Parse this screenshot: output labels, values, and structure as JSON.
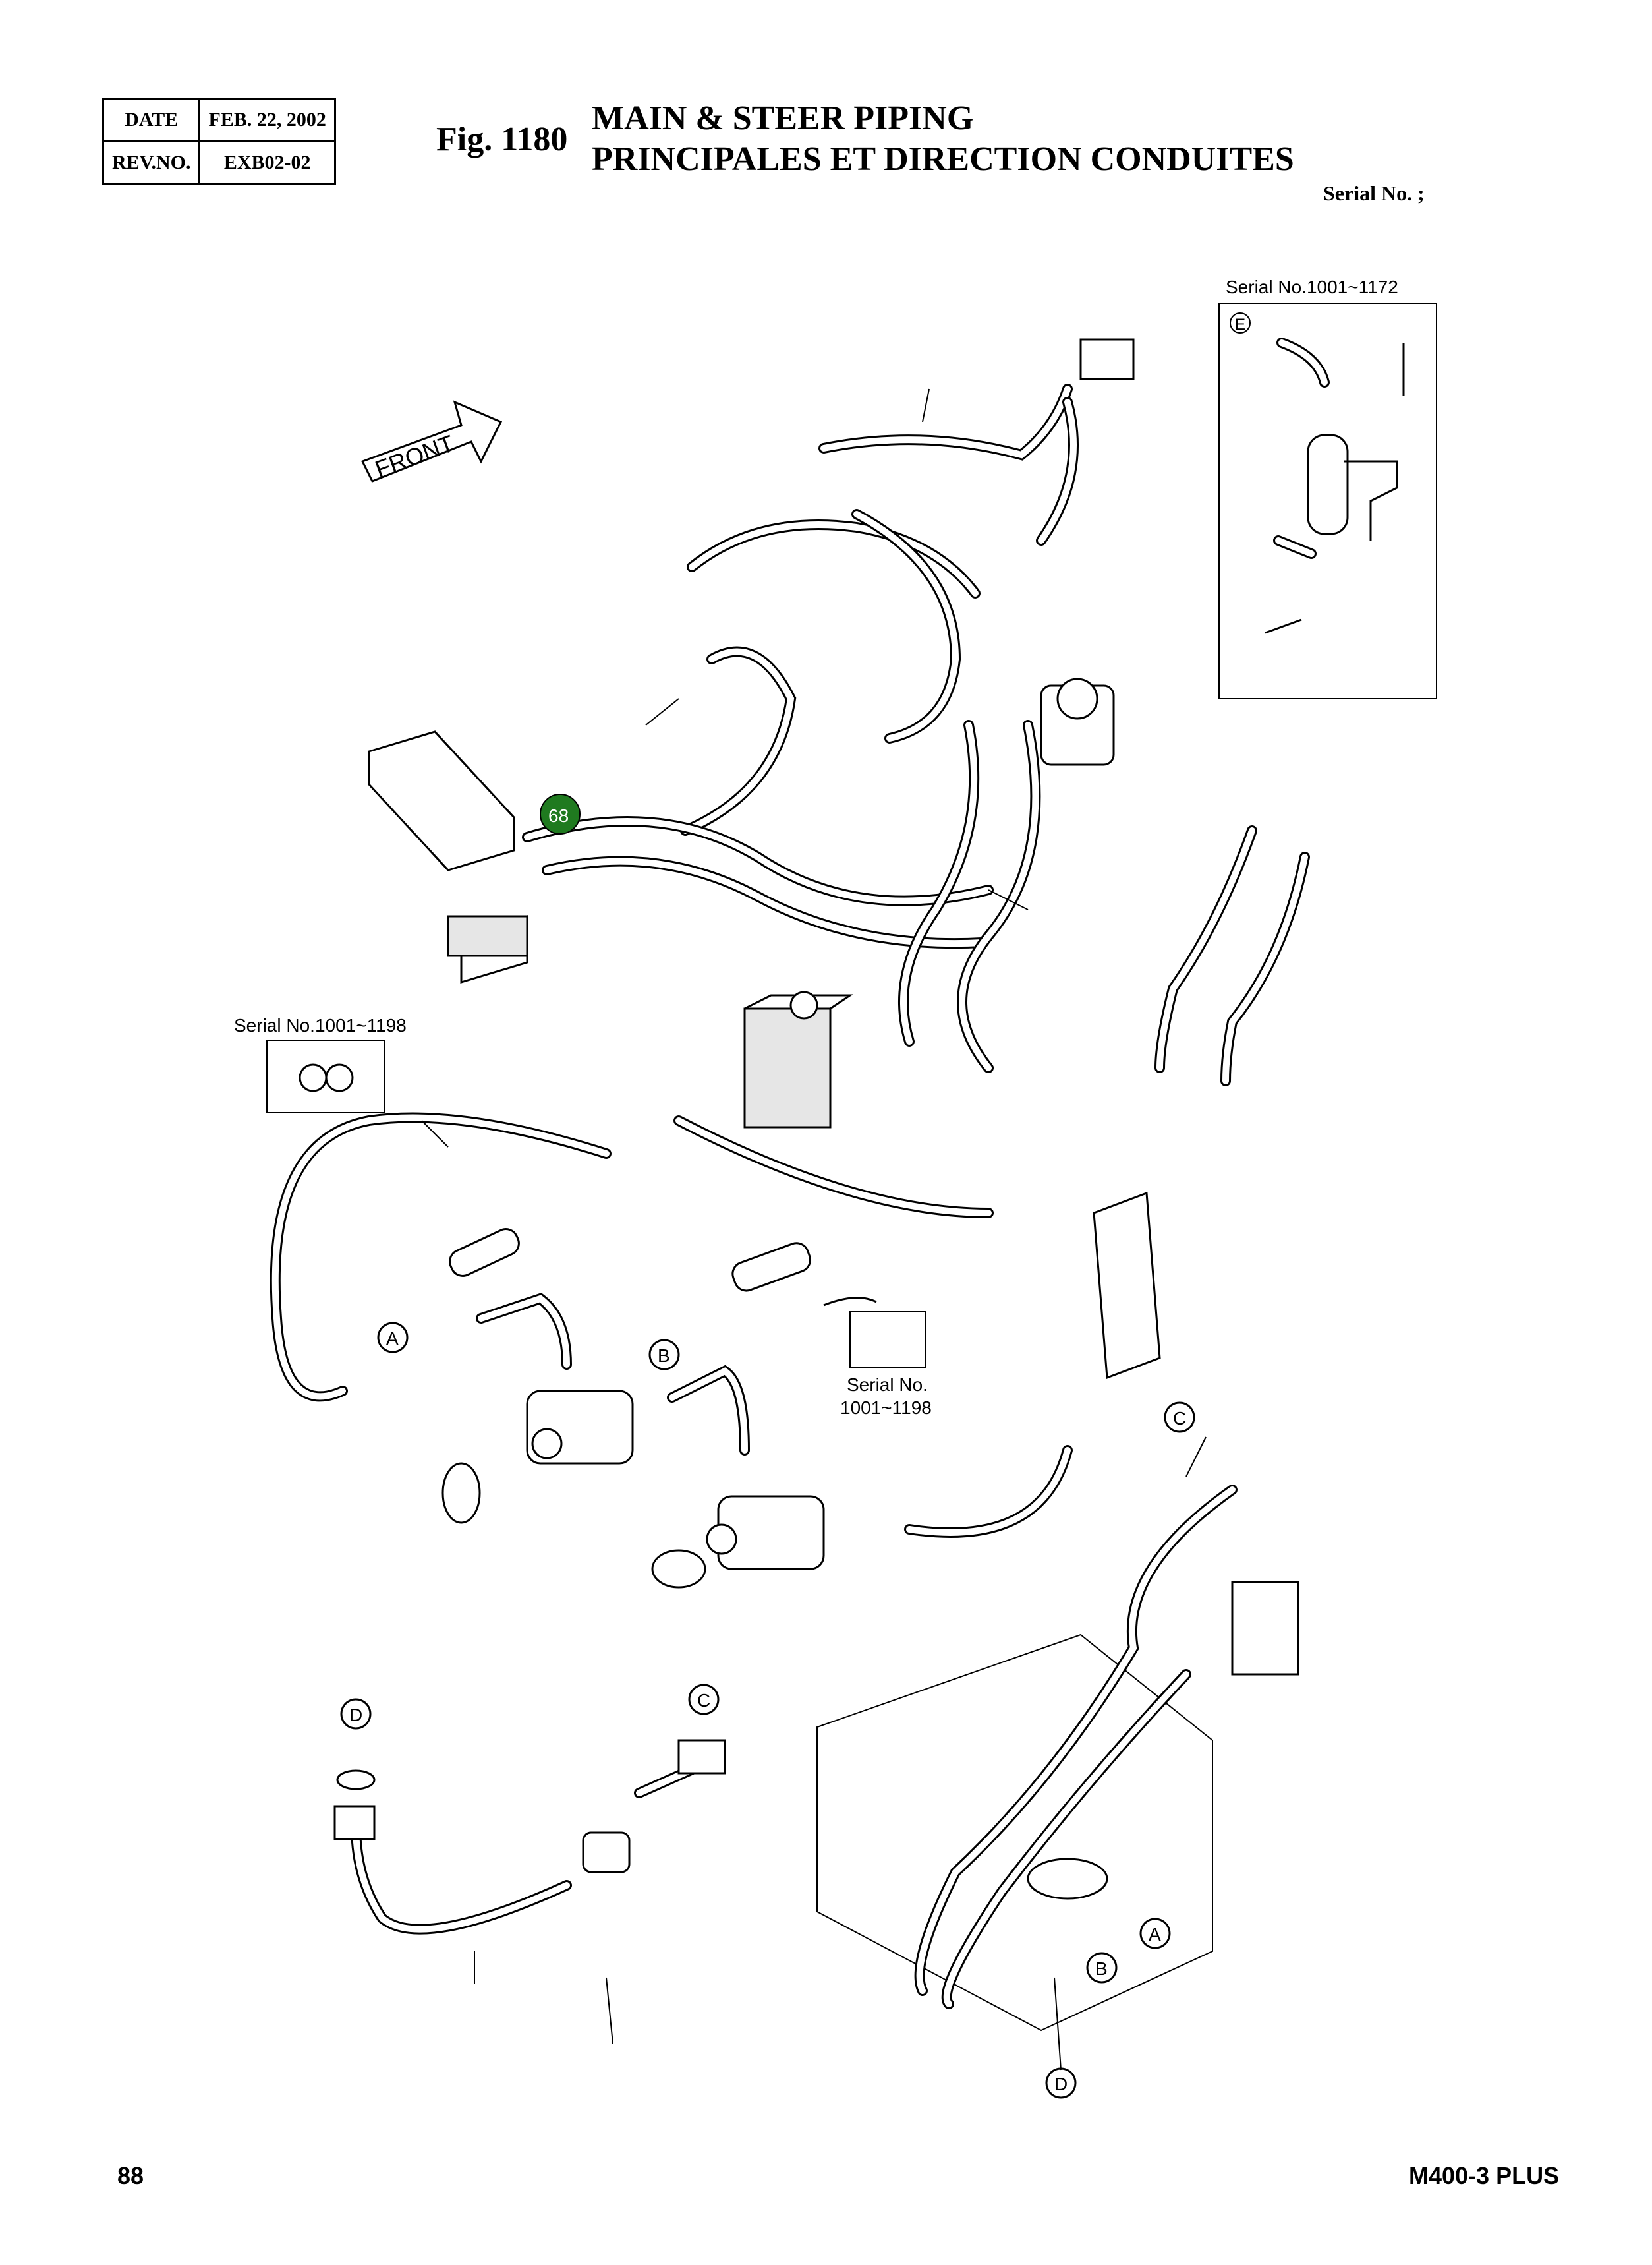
{
  "header": {
    "date_label": "DATE",
    "date_value": "FEB. 22, 2002",
    "rev_label": "REV.NO.",
    "rev_value": "EXB02-02",
    "fig_number": "Fig. 1180",
    "title_en": "MAIN & STEER PIPING",
    "title_fr": "PRINCIPALES ET DIRECTION CONDUITES",
    "serial": "Serial No. ;"
  },
  "diagram": {
    "front_arrow": "FRONT",
    "callout_number": "68",
    "callout_color": "#1f7a1f",
    "inset_top_right": "Serial No.1001~1172",
    "inset_left": "Serial No.1001~1198",
    "inset_center_line1": "Serial No.",
    "inset_center_line2": "1001~1198",
    "refs": {
      "a": "A",
      "b": "B",
      "c": "C",
      "d": "D",
      "e": "E"
    }
  },
  "footer": {
    "page_number": "88",
    "model": "M400-3 PLUS"
  }
}
